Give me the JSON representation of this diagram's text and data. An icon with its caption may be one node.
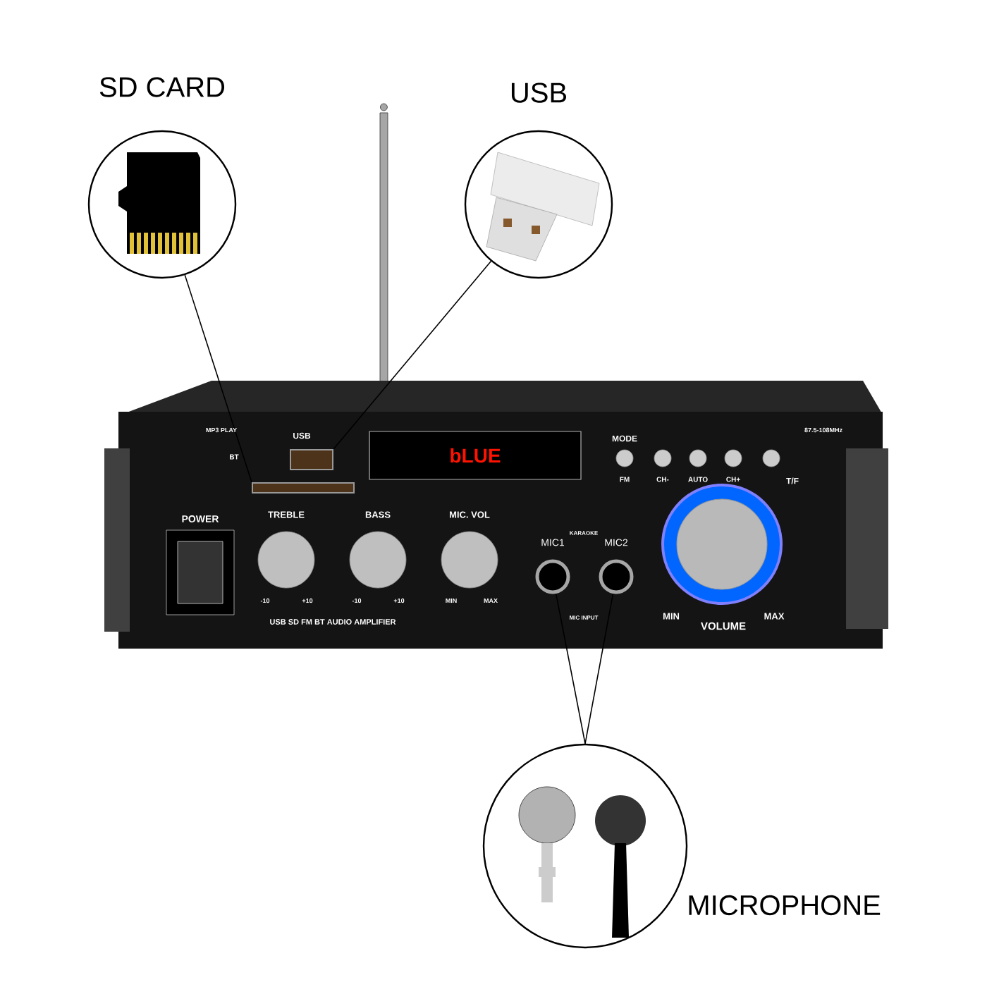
{
  "diagram": {
    "nodes": [
      {
        "text": [
          "SD CARD"
        ]
      },
      {
        "text": [
          "USB"
        ]
      },
      {
        "text": [
          "MICROPHONE"
        ]
      },
      {
        "text": [],
        "shape": "box"
      },
      {
        "text": [],
        "shape": "box"
      },
      {
        "text": [
          "MIC1"
        ]
      },
      {
        "text": [
          "MIC2"
        ]
      }
    ],
    "edges": [
      {
        "from": 0,
        "to": 3,
        "arrow": "none"
      },
      {
        "from": 1,
        "to": 4,
        "arrow": "none"
      },
      {
        "from": 2,
        "to": 5,
        "arrow": "none"
      },
      {
        "from": 2,
        "to": 6,
        "arrow": "none"
      }
    ],
    "labels": [
      "MP3 PLAY",
      "BT",
      "USB",
      "bLUE",
      "MODE",
      "FM",
      "CH-",
      "AUTO",
      "CH+",
      "87.5-108MHz",
      "T/F",
      "POWER",
      "TREBLE",
      "BASS",
      "MIC. VOL",
      "-10",
      "+10",
      "-10",
      "+10",
      "MIN",
      "MAX",
      "KARAOKE",
      "MIC INPUT",
      "MIN",
      "VOLUME",
      "MAX",
      "USB SD FM BT AUDIO AMPLIFIER"
    ]
  }
}
